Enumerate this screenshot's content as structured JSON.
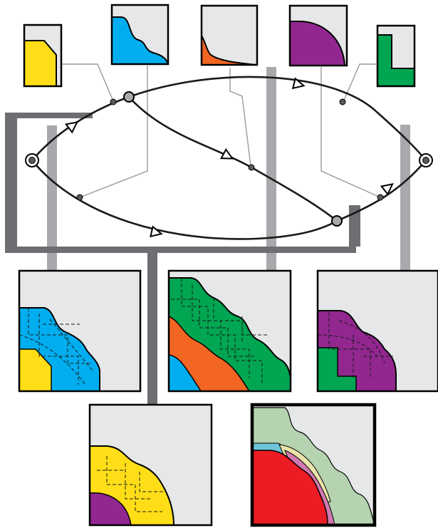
{
  "colors": {
    "panel_background": "#e6e7e8",
    "yellow": "#ffde17",
    "cyan": "#00aeef",
    "orange": "#f26522",
    "purple": "#92278f",
    "green": "#00a651",
    "red": "#ed1c24",
    "pale_green": "#b5d3b0",
    "pale_yellow": "#e9e3a8",
    "pink": "#d07ab0",
    "light_blue": "#6cc5d9",
    "support_gray": "#a7a9ac",
    "frame_gray": "#6d6e71",
    "connector_gray": "#9a9a9a"
  },
  "icons": [
    "arrow-head-icon",
    "junction-node-icon",
    "terminal-node-icon"
  ],
  "small_panels": [
    "yellow",
    "cyan",
    "orange",
    "purple",
    "green"
  ],
  "large_panels": [
    "yellow-cyan-overlay",
    "orange-cyan-green-overlay",
    "purple-green-overlay",
    "yellow-purple-overlay",
    "red-final-composite"
  ]
}
